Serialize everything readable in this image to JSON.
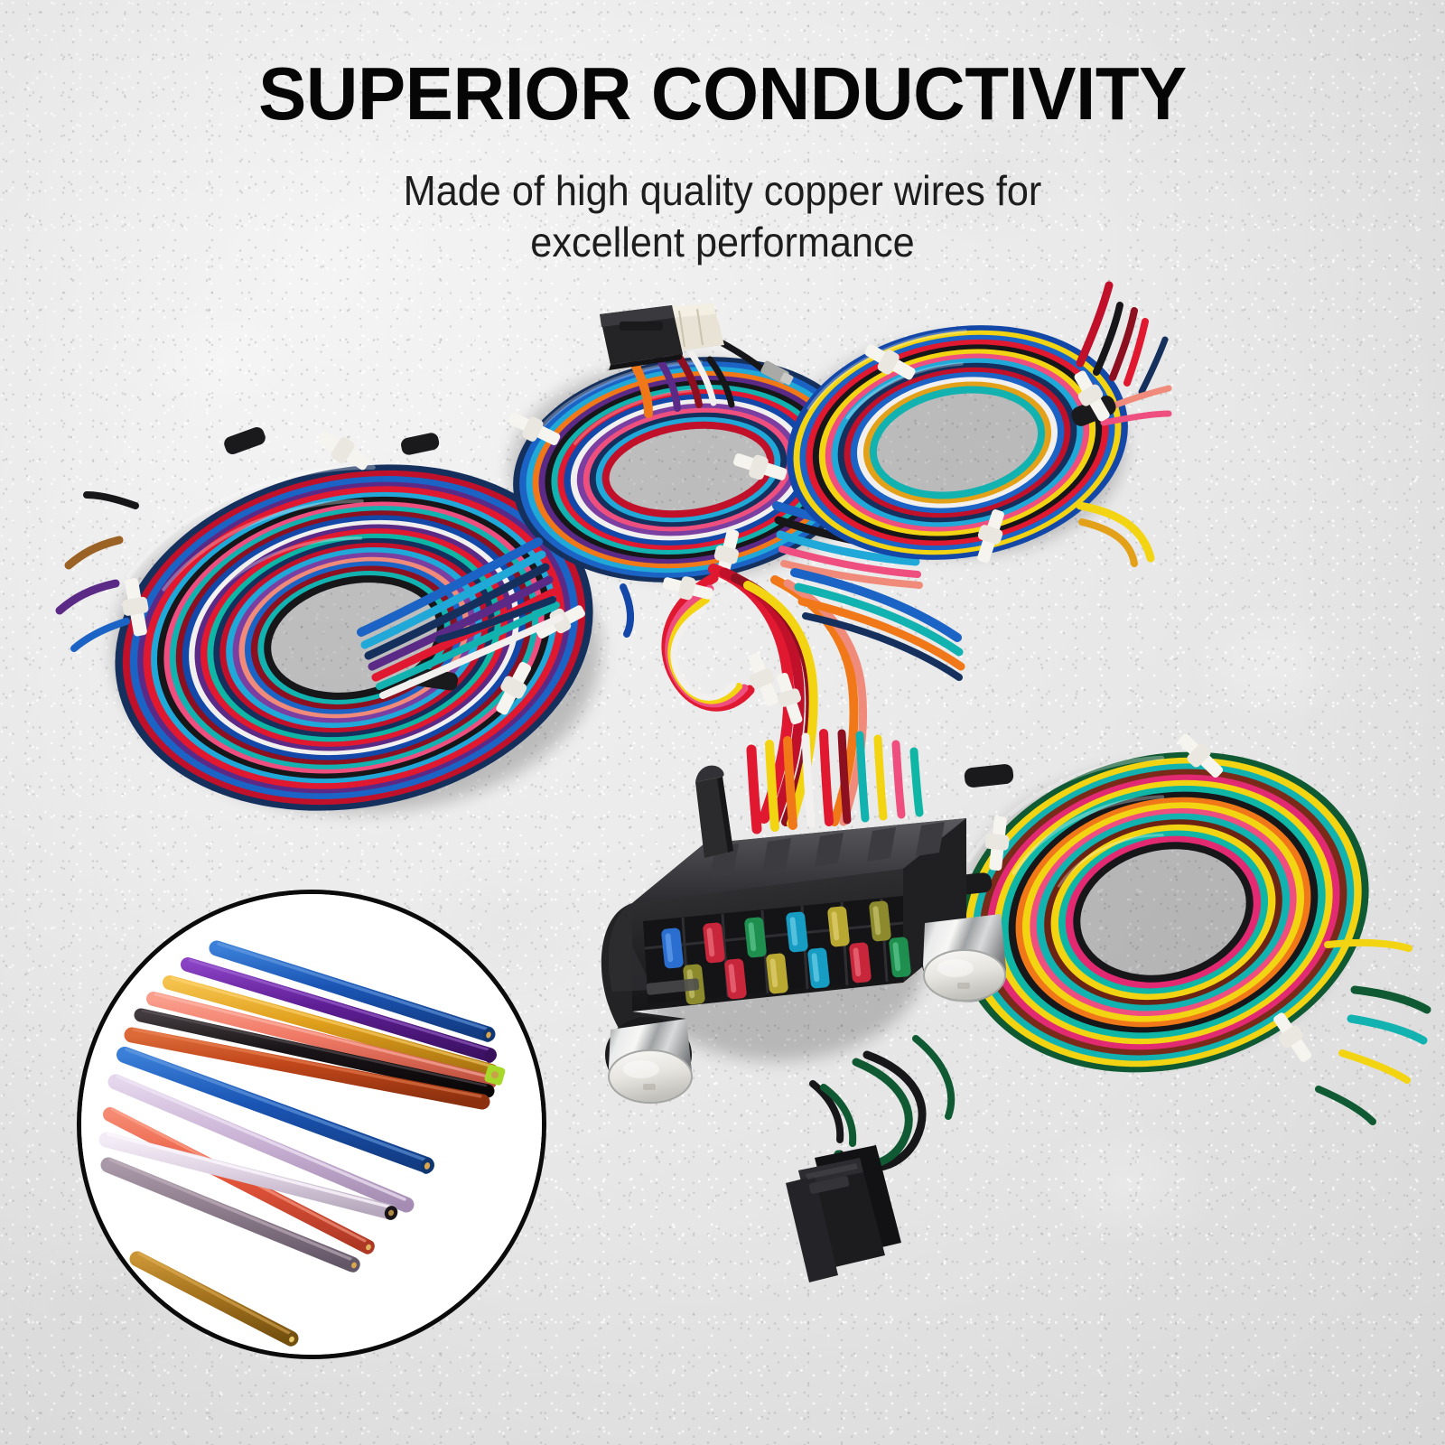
{
  "header": {
    "headline": "SUPERIOR CONDUCTIVITY",
    "subtitle_line1": "Made of high quality copper wires for",
    "subtitle_line2": "excellent performance"
  },
  "background": {
    "style": "light gray textured stucco / concrete wall",
    "base_color": "#ebebeb",
    "grain_light": "#f7f7f7",
    "grain_dark": "#a3a3a3"
  },
  "product": {
    "name": "Universal automotive wiring harness",
    "components": [
      {
        "name": "left-wire-coil",
        "label": "Left coiled wire bundle"
      },
      {
        "name": "center-wire-coil",
        "label": "Center coiled wire bundle"
      },
      {
        "name": "upper-right-wire-coil",
        "label": "Upper right coiled wire bundle"
      },
      {
        "name": "right-wire-coil",
        "label": "Right coiled wire bundle"
      },
      {
        "name": "fuse-block",
        "label": "Fuse block with blade fuses"
      },
      {
        "name": "black-connector-top",
        "label": "Black connector plug (top center)"
      },
      {
        "name": "white-connector-top",
        "label": "White connector plug (top center)"
      },
      {
        "name": "black-connector-bottom",
        "label": "Black connector block (bottom)"
      },
      {
        "name": "chrome-breaker-left",
        "label": "Chrome circuit breaker (left)"
      },
      {
        "name": "chrome-breaker-right",
        "label": "Chrome circuit breaker (right)"
      },
      {
        "name": "zip-ties",
        "label": "White nylon zip ties"
      }
    ]
  },
  "palette": {
    "wire_colors": [
      {
        "name": "red",
        "hex": "#e01830"
      },
      {
        "name": "crimson",
        "hex": "#c0102a"
      },
      {
        "name": "dark-red",
        "hex": "#8c1020"
      },
      {
        "name": "pink",
        "hex": "#ee4f7e"
      },
      {
        "name": "magenta",
        "hex": "#e12a72"
      },
      {
        "name": "salmon",
        "hex": "#f08a7a"
      },
      {
        "name": "orange",
        "hex": "#f07818"
      },
      {
        "name": "yellow",
        "hex": "#f3d412"
      },
      {
        "name": "gold",
        "hex": "#e2a118"
      },
      {
        "name": "green",
        "hex": "#1f9a4a"
      },
      {
        "name": "dark-green",
        "hex": "#0f5a32"
      },
      {
        "name": "teal",
        "hex": "#12b2b0"
      },
      {
        "name": "turquoise",
        "hex": "#0fb6a6"
      },
      {
        "name": "cyan",
        "hex": "#20a8d8"
      },
      {
        "name": "blue",
        "hex": "#1b63c4"
      },
      {
        "name": "royal-blue",
        "hex": "#1348a8"
      },
      {
        "name": "navy",
        "hex": "#16305e"
      },
      {
        "name": "purple",
        "hex": "#5b2a86"
      },
      {
        "name": "violet",
        "hex": "#7a3fa0"
      },
      {
        "name": "lavender",
        "hex": "#cdb8d8"
      },
      {
        "name": "white",
        "hex": "#f2f0ee"
      },
      {
        "name": "gray",
        "hex": "#9b9199"
      },
      {
        "name": "brown",
        "hex": "#9a6325"
      },
      {
        "name": "black",
        "hex": "#17171a"
      },
      {
        "name": "lime",
        "hex": "#a8d82a"
      }
    ],
    "fuse_colors": [
      {
        "name": "fuse-blue",
        "hex": "#2a6fd0"
      },
      {
        "name": "fuse-red",
        "hex": "#c8263a"
      },
      {
        "name": "fuse-green",
        "hex": "#1e8f4e"
      },
      {
        "name": "fuse-teal",
        "hex": "#179cc4"
      },
      {
        "name": "fuse-yellow",
        "hex": "#b9a832"
      },
      {
        "name": "fuse-olive",
        "hex": "#8d8a2e"
      }
    ],
    "hardware": {
      "fuse_block_body": "#2a2a2c",
      "fuse_block_shadow": "#141416",
      "chrome_light": "#f4f4f2",
      "chrome_mid": "#b9bbbd",
      "chrome_dark": "#6d7072",
      "zip_tie": "#f6f4ef",
      "text_black": "#060606"
    }
  },
  "inset": {
    "label": "Close-up of individual copper wire strands",
    "border_color": "#0b0b0b",
    "background": "#ffffff",
    "strands": [
      {
        "name": "strand-blue-1",
        "hex": "#1a55b4"
      },
      {
        "name": "strand-purple",
        "hex": "#5f1f95"
      },
      {
        "name": "strand-gold",
        "hex": "#e0a01c"
      },
      {
        "name": "strand-salmon",
        "hex": "#f07a66"
      },
      {
        "name": "strand-black",
        "hex": "#1a1518"
      },
      {
        "name": "strand-rust",
        "hex": "#c0461a"
      },
      {
        "name": "strand-blue-2",
        "hex": "#1a55b4"
      },
      {
        "name": "strand-lilac",
        "hex": "#cbb4d6"
      },
      {
        "name": "strand-coral",
        "hex": "#e8573c"
      },
      {
        "name": "strand-white-lilac",
        "hex": "#ded2e2"
      },
      {
        "name": "strand-gray-purple",
        "hex": "#8d7d8c"
      },
      {
        "name": "strand-brown",
        "hex": "#a6741f"
      },
      {
        "name": "strand-lime-tip",
        "hex": "#a8d82a"
      }
    ]
  }
}
